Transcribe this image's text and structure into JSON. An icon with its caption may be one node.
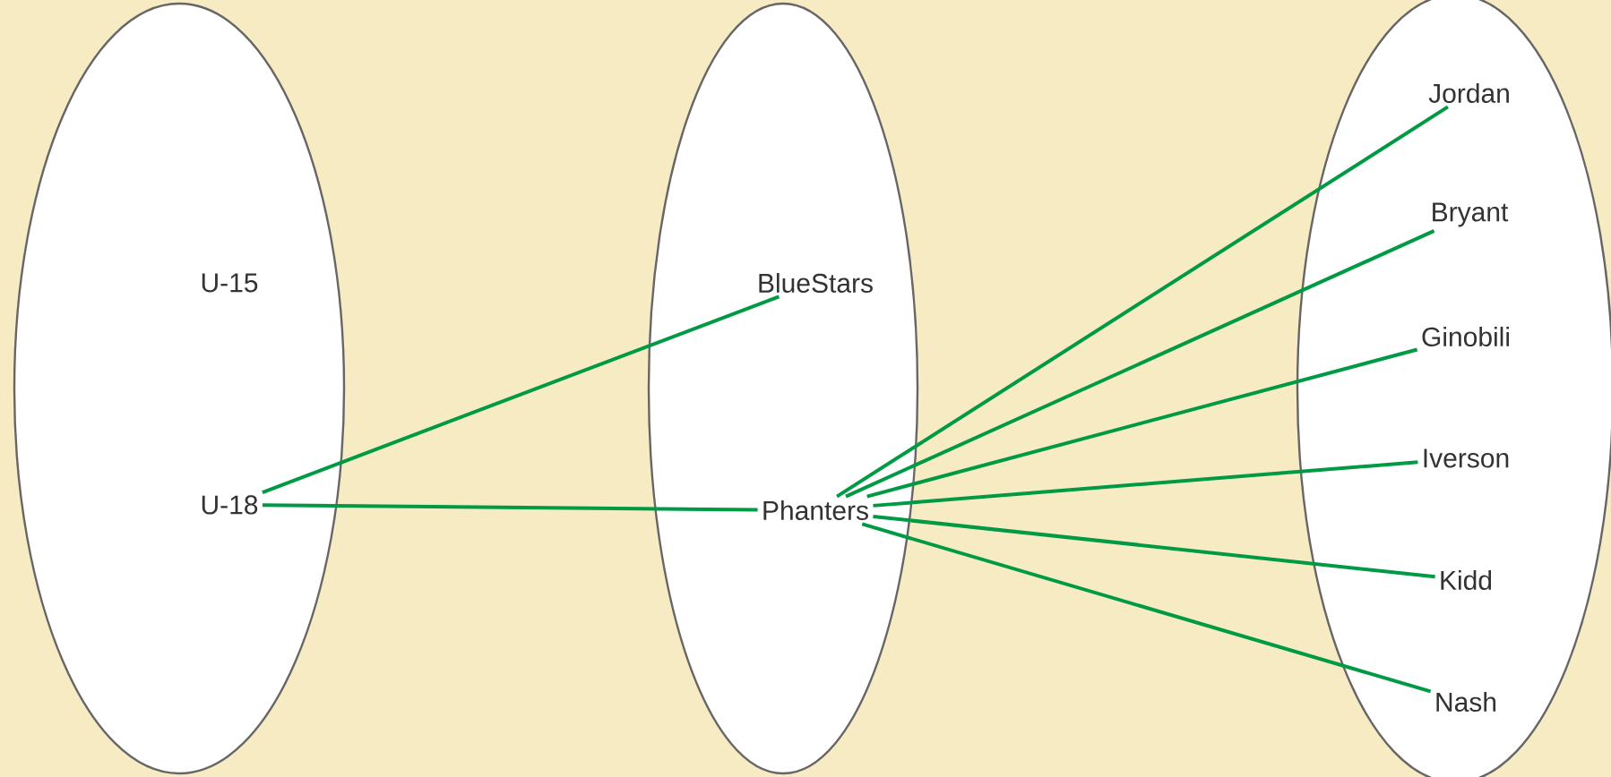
{
  "diagram": {
    "nodes": [
      {
        "text": [],
        "shape": "ellipse"
      },
      {
        "text": [
          "U-15"
        ],
        "in": 0
      },
      {
        "text": [
          "U-18"
        ],
        "in": 0
      },
      {
        "text": [],
        "shape": "ellipse"
      },
      {
        "text": [
          "BlueStars"
        ],
        "in": 3
      },
      {
        "text": [
          "Phanters"
        ],
        "in": 3
      },
      {
        "text": [],
        "shape": "ellipse"
      },
      {
        "text": [
          "Jordan"
        ],
        "in": 6
      },
      {
        "text": [
          "Bryant"
        ],
        "in": 6
      },
      {
        "text": [
          "Ginobili"
        ],
        "in": 6
      },
      {
        "text": [
          "Iverson"
        ],
        "in": 6
      },
      {
        "text": [
          "Kidd"
        ],
        "in": 6
      },
      {
        "text": [
          "Nash"
        ],
        "in": 6
      }
    ],
    "edges": [
      {
        "from": 2,
        "to": 4,
        "arrow": "none"
      },
      {
        "from": 2,
        "to": 5,
        "arrow": "none"
      },
      {
        "from": 5,
        "to": 7,
        "arrow": "none"
      },
      {
        "from": 5,
        "to": 8,
        "arrow": "none"
      },
      {
        "from": 5,
        "to": 9,
        "arrow": "none"
      },
      {
        "from": 5,
        "to": 10,
        "arrow": "none"
      },
      {
        "from": 5,
        "to": 11,
        "arrow": "none"
      },
      {
        "from": 5,
        "to": 12,
        "arrow": "none"
      }
    ]
  }
}
